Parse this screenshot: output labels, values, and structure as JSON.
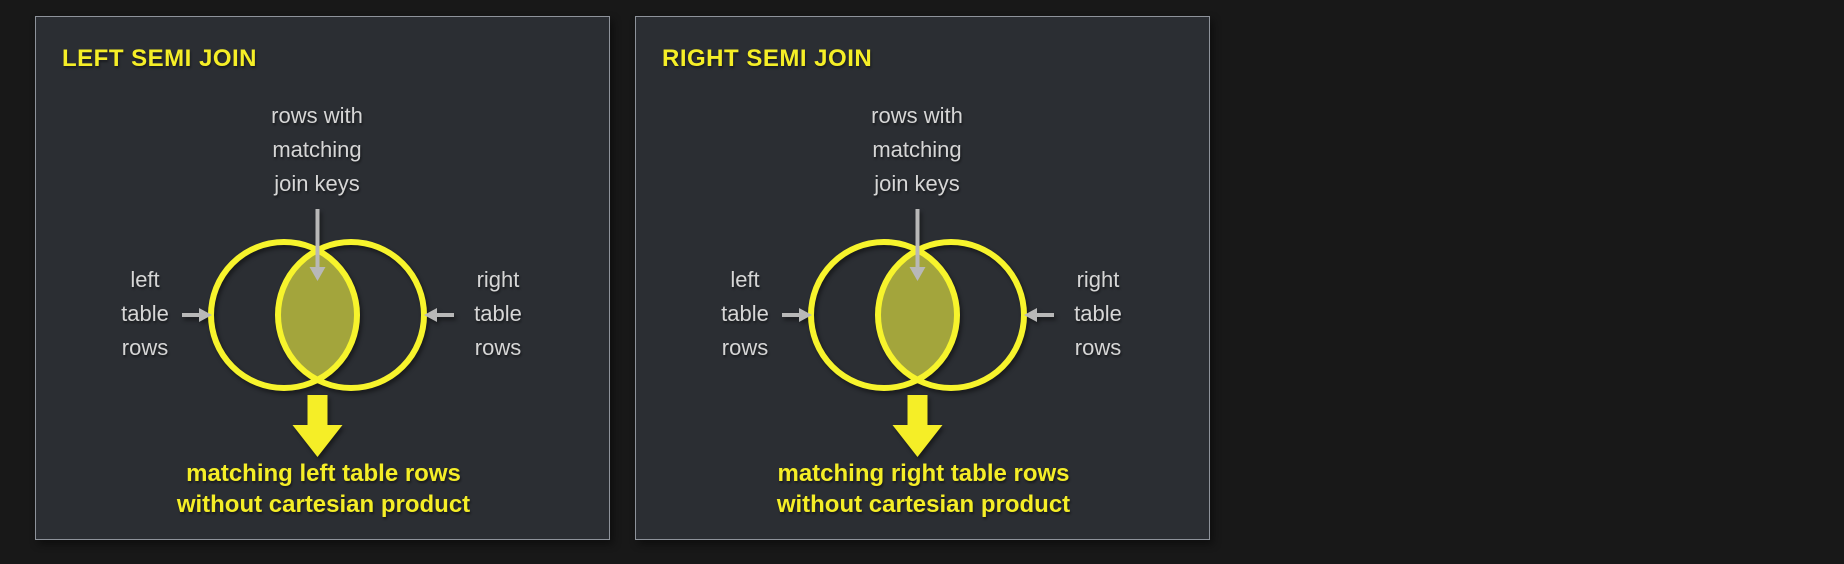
{
  "colors": {
    "page_background": "#181818",
    "panel_background": "#2b2e33",
    "panel_border": "#8e939b",
    "accent_yellow": "#f5ee27",
    "circle_stroke": "#f7f42c",
    "intersection_fill": "#a3a53c",
    "label_gray": "#d6d6d6",
    "arrow_gray": "#b8b8b8"
  },
  "panels": [
    {
      "title": "LEFT SEMI JOIN",
      "intersection_label": [
        "rows with",
        "matching",
        "join keys"
      ],
      "left_label": [
        "left",
        "table",
        "rows"
      ],
      "right_label": [
        "right",
        "table",
        "rows"
      ],
      "result_label": [
        "matching left table rows",
        "without cartesian product"
      ]
    },
    {
      "title": "RIGHT SEMI JOIN",
      "intersection_label": [
        "rows with",
        "matching",
        "join keys"
      ],
      "left_label": [
        "left",
        "table",
        "rows"
      ],
      "right_label": [
        "right",
        "table",
        "rows"
      ],
      "result_label": [
        "matching right table rows",
        "without cartesian product"
      ]
    }
  ]
}
